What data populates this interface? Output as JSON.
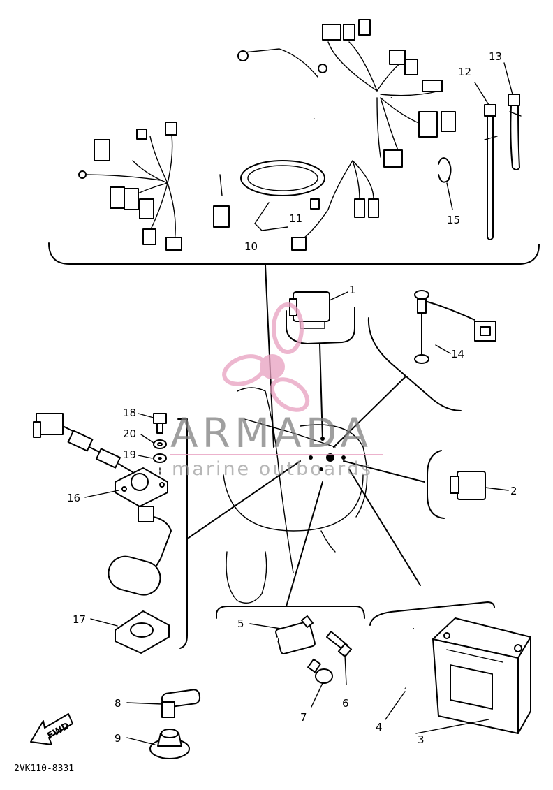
{
  "callouts": [
    {
      "label": "1"
    },
    {
      "label": "2"
    },
    {
      "label": "3"
    },
    {
      "label": "4"
    },
    {
      "label": "5"
    },
    {
      "label": "6"
    },
    {
      "label": "7"
    },
    {
      "label": "8"
    },
    {
      "label": "9"
    },
    {
      "label": "10"
    },
    {
      "label": "11"
    },
    {
      "label": "12"
    },
    {
      "label": "13"
    },
    {
      "label": "14"
    },
    {
      "label": "15"
    },
    {
      "label": "16"
    },
    {
      "label": "17"
    },
    {
      "label": "18"
    },
    {
      "label": "19"
    },
    {
      "label": "20"
    }
  ],
  "diagram_code": "2VK110-8331",
  "direction_label": "FWD",
  "watermark": {
    "brand": "ARMADA",
    "tagline": "marine outboards",
    "accent_color": "#e8a0c0"
  }
}
